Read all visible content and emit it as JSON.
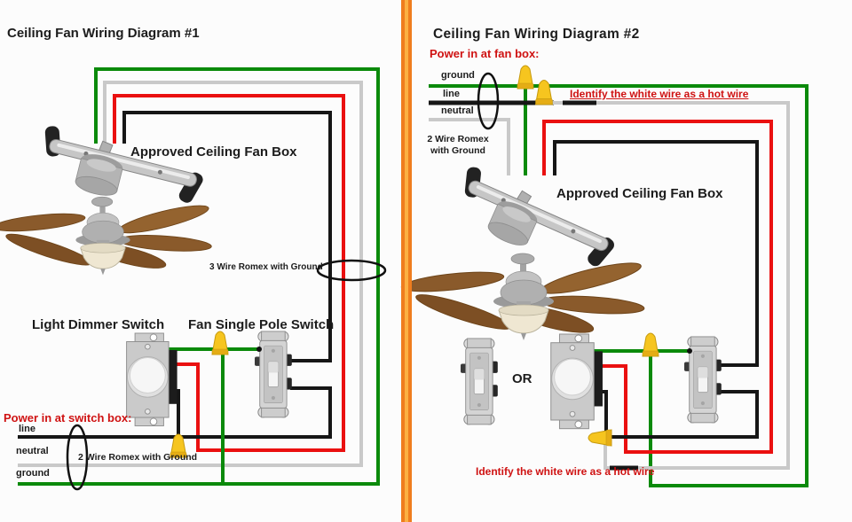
{
  "colors": {
    "wire_green": "#0b8a0b",
    "wire_red": "#ea1010",
    "wire_black": "#161616",
    "wire_white_neutral": "#c9c9c9",
    "wire_nut_yellow": "#f6c51f",
    "divider_orange": "#ef7d1e",
    "divider_orange_light": "#fbb043",
    "annotation_red": "#cf1212",
    "text_black": "#1c1c1c"
  },
  "left_panel": {
    "title": "Ceiling Fan Wiring Diagram #1",
    "approved_box_label": "Approved Ceiling Fan Box",
    "romex_3wire_label": "3 Wire Romex with Ground",
    "dimmer_switch_label": "Light Dimmer Switch",
    "pole_switch_label": "Fan Single Pole Switch",
    "power_in_label": "Power in at switch box:",
    "line_label": "line",
    "neutral_label": "neutral",
    "ground_label": "ground",
    "romex_2wire_label": "2 Wire Romex with Ground"
  },
  "right_panel": {
    "title": "Ceiling Fan Wiring Diagram #2",
    "power_in_label": "Power in at fan box:",
    "ground_label": "ground",
    "line_label": "line",
    "neutral_label": "neutral",
    "identify_hot_top_label": "Identify the white wire as a hot wire",
    "romex_2wire_line1": "2 Wire Romex",
    "romex_2wire_line2": "with Ground",
    "approved_box_label": "Approved Ceiling Fan Box",
    "or_label": "OR",
    "identify_hot_bottom_label": "Identify the white wire as a hot wire"
  }
}
